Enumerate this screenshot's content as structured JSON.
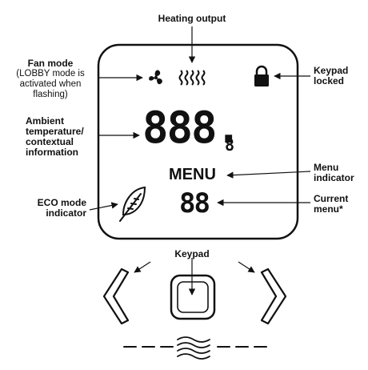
{
  "labels": {
    "heating_output": "Heating output",
    "fan_mode_title": "Fan mode",
    "fan_mode_note_1": "(LOBBY mode is",
    "fan_mode_note_2": "activated when",
    "fan_mode_note_3": "flashing)",
    "keypad_locked_1": "Keypad",
    "keypad_locked_2": "locked",
    "ambient_1": "Ambient",
    "ambient_2": "temperature/",
    "ambient_3": "contextual",
    "ambient_4": "information",
    "menu_indicator_1": "Menu",
    "menu_indicator_2": "indicator",
    "eco_1": "ECO mode",
    "eco_2": "indicator",
    "current_menu_1": "Current",
    "current_menu_2": "menu*",
    "keypad": "Keypad"
  },
  "display": {
    "temperature": "888.",
    "temperature_decimal": "8",
    "menu_text": "MENU",
    "menu_number": "88"
  },
  "colors": {
    "ink": "#111111",
    "background": "#ffffff"
  }
}
